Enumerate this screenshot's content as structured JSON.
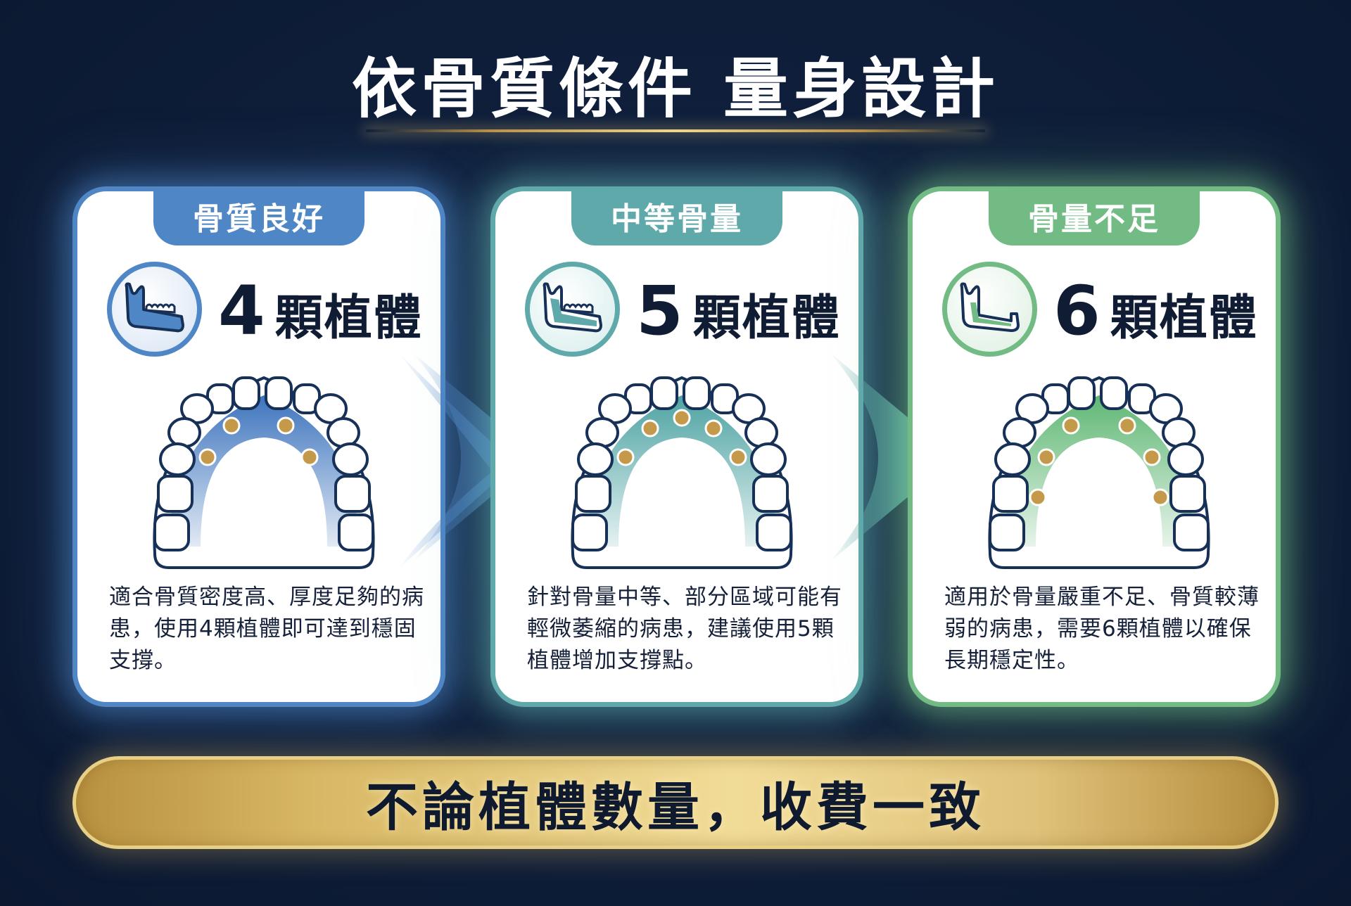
{
  "header": {
    "title": "依骨質條件 量身設計"
  },
  "colors": {
    "background": "#0f1f3b",
    "card1_accent": "#4f86c6",
    "card2_accent": "#5fa9aa",
    "card3_accent": "#72bb84",
    "implant_gold": "#c49a4a",
    "text_dark": "#0f1c33",
    "banner_gold": "#e8cc80"
  },
  "cards": [
    {
      "tab_label": "骨質良好",
      "icon": "jaw-bone-icon",
      "count_number": "4",
      "count_unit": "顆植體",
      "implant_count": 4,
      "description": "適合骨質密度高、厚度足夠的病患，使用4顆植體即可達到穩固支撐。"
    },
    {
      "tab_label": "中等骨量",
      "icon": "jaw-bone-icon",
      "count_number": "5",
      "count_unit": "顆植體",
      "implant_count": 5,
      "description": "針對骨量中等、部分區域可能有輕微萎縮的病患，建議使用5顆植體增加支撐點。"
    },
    {
      "tab_label": "骨量不足",
      "icon": "jaw-bone-icon",
      "count_number": "6",
      "count_unit": "顆植體",
      "implant_count": 6,
      "description": "適用於骨量嚴重不足、骨質較薄弱的病患，需要6顆植體以確保長期穩定性。"
    }
  ],
  "banner": {
    "text": "不論植體數量，收費一致"
  }
}
